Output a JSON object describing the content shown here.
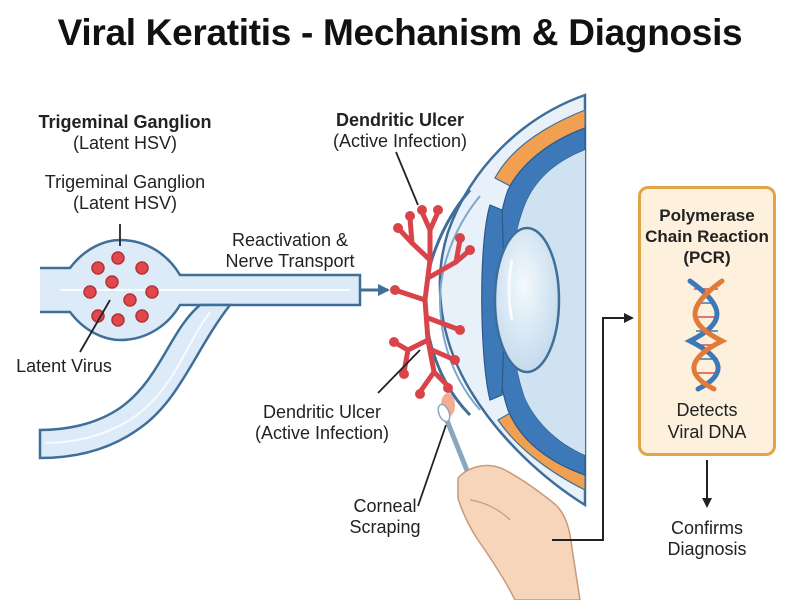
{
  "title": "Viral Keratitis - Mechanism & Diagnosis",
  "labels": {
    "ganglion_bold": {
      "line1": "Trigeminal Ganglion",
      "line2": "(Latent HSV)"
    },
    "ganglion": {
      "line1": "Trigeminal Ganglion",
      "line2": "(Latent HSV)"
    },
    "latent_virus": "Latent Virus",
    "reactivation": {
      "line1": "Reactivation &",
      "line2": "Nerve Transport"
    },
    "ulcer_top": {
      "line1": "Dendritic Ulcer",
      "line2": "(Active Infection)"
    },
    "ulcer_bottom": {
      "line1": "Dendritic Ulcer",
      "line2": "(Active Infection)"
    },
    "scraping": {
      "line1": "Corneal",
      "line2": "Scraping"
    }
  },
  "pcr": {
    "title_line1": "Polymerase",
    "title_line2": "Chain Reaction",
    "title_line3": "(PCR)",
    "detects_line1": "Detects",
    "detects_line2": "Viral DNA"
  },
  "confirms": {
    "line1": "Confirms",
    "line2": "Diagnosis"
  },
  "colors": {
    "nerve_fill": "#dcebf7",
    "nerve_stroke": "#3f6f99",
    "virus": "#e0484d",
    "dendrite": "#d9444a",
    "eye_blue": "#3d79b8",
    "pcr_border": "#e2a449",
    "pcr_fill": "#fdf0dc",
    "skin": "#f6d5bb"
  }
}
